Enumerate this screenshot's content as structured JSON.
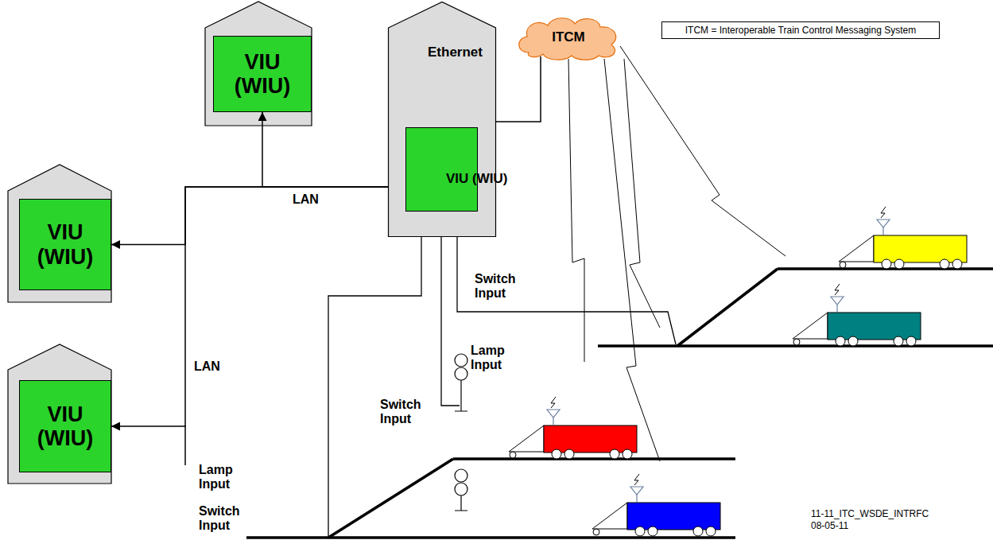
{
  "diagram": {
    "nodes": [
      {
        "text": [
          "VIU (WIU)"
        ]
      },
      {
        "text": [
          "Ethernet"
        ]
      },
      {
        "text": [
          "VIU (WIU)"
        ],
        "in": 1
      },
      {
        "text": [
          "ITCM"
        ]
      },
      {
        "text": [
          "ITCM = Interoperable Train Control Messaging System"
        ]
      },
      {
        "text": [
          "VIU (WIU)"
        ]
      },
      {
        "text": [
          "VIU (WIU)"
        ]
      }
    ],
    "edges": [
      {
        "from": 0,
        "to": 2,
        "arrow": "both"
      },
      {
        "from": 5,
        "to": 2,
        "arrow": "both"
      },
      {
        "from": 6,
        "to": 2,
        "arrow": "both"
      },
      {
        "from": 2,
        "to": 3,
        "arrow": "none"
      }
    ],
    "labels": [
      "LAN",
      "LAN",
      "Switch Input",
      "Lamp Input",
      "Switch Input",
      "Lamp Input",
      "Switch Input",
      "11-11_ITC_WSDE_INTRFC",
      "08-05-11"
    ]
  }
}
